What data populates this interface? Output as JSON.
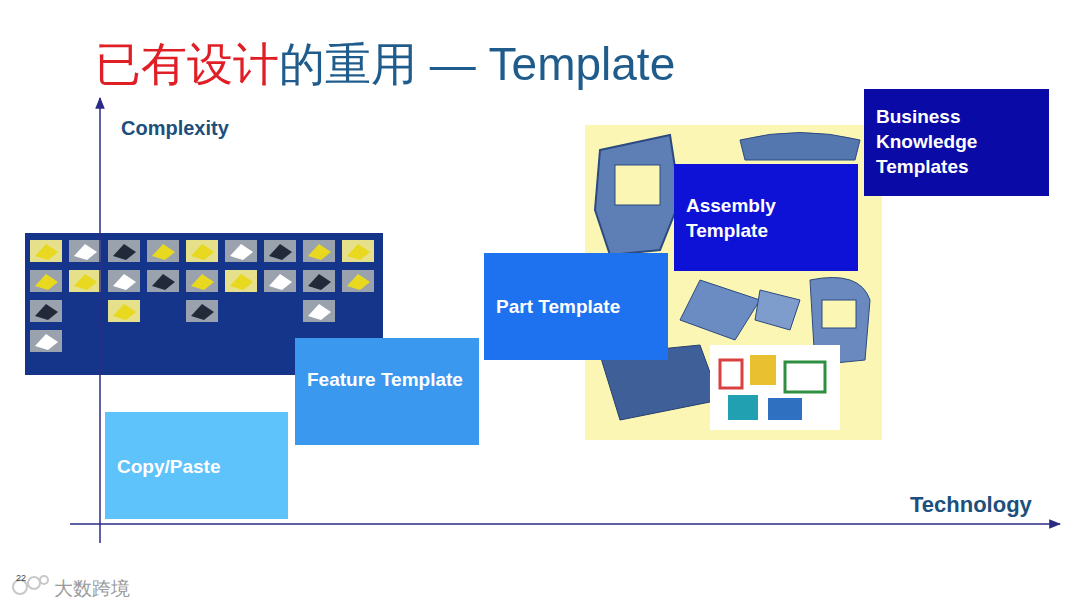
{
  "diagram": {
    "title": "已有设计的重用 — Template",
    "nodes": [
      {
        "text": [
          "Copy/Paste"
        ]
      },
      {
        "text": [
          "Feature Template"
        ]
      },
      {
        "text": [
          "Part Template"
        ]
      },
      {
        "text": [
          "Assembly Template"
        ]
      },
      {
        "text": [
          "Business Knowledge Templates"
        ]
      }
    ],
    "labels": [
      "Complexity",
      "Technology",
      "22",
      "大数跨境"
    ]
  }
}
